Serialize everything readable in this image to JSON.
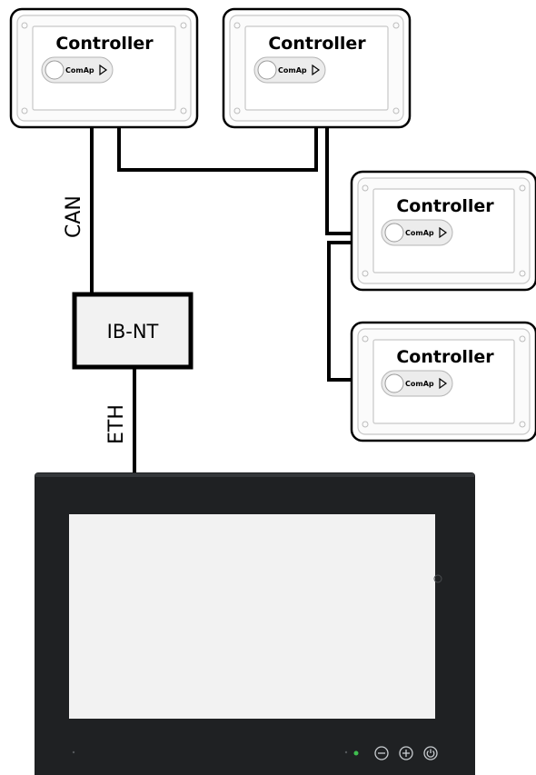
{
  "controllers": [
    {
      "title": "Controller",
      "brand": "ComAp"
    },
    {
      "title": "Controller",
      "brand": "ComAp"
    },
    {
      "title": "Controller",
      "brand": "ComAp"
    },
    {
      "title": "Controller",
      "brand": "ComAp"
    }
  ],
  "gateway": {
    "label": "IB-NT"
  },
  "links": {
    "can_label": "CAN",
    "eth_label": "ETH"
  },
  "display": {
    "buttons": [
      "minus-icon",
      "plus-icon",
      "power-icon"
    ],
    "colors": {
      "bezel": "#1f2123",
      "screen": "#f2f2f2",
      "led": "#3fbf4f"
    }
  }
}
